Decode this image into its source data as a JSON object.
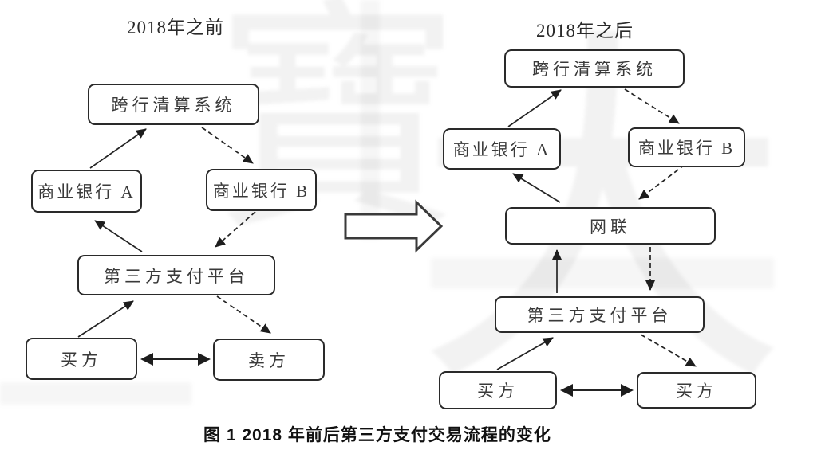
{
  "figure": {
    "caption": "图 1  2018 年前后第三方支付交易流程的变化"
  },
  "left_diagram": {
    "title": "2018年之前",
    "nodes": {
      "clearing": "跨行清算系统",
      "bank_a": "商业银行 A",
      "bank_b": "商业银行 B",
      "platform": "第三方支付平台",
      "buyer": "买方",
      "seller": "卖方"
    }
  },
  "right_diagram": {
    "title": "2018年之后",
    "nodes": {
      "clearing": "跨行清算系统",
      "bank_a": "商业银行 A",
      "bank_b": "商业银行 B",
      "netsunion": "网联",
      "platform": "第三方支付平台",
      "buyer_left": "买方",
      "buyer_right": "买方"
    }
  },
  "watermark": {
    "glyph_left": "寶",
    "glyph_right": "大"
  },
  "colors": {
    "line": "#242424",
    "box_border": "#2a2a2a",
    "text": "#3a3a3a",
    "caption_text": "#111111"
  }
}
